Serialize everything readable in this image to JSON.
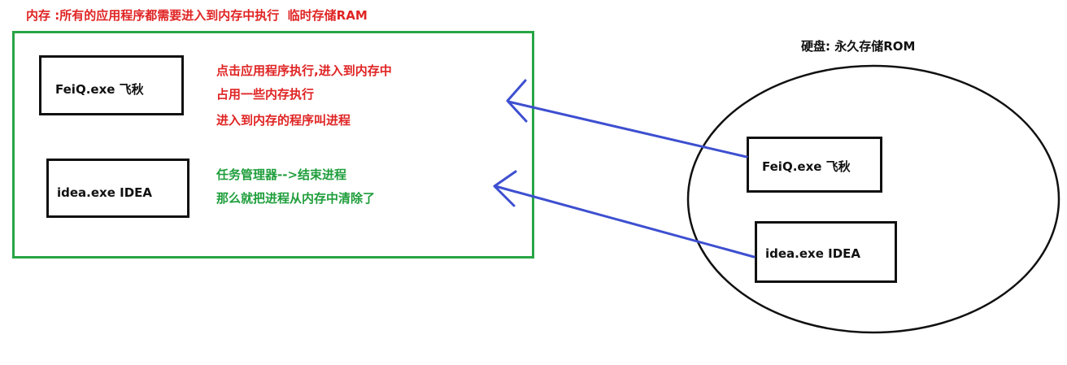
{
  "memory": {
    "title": "内存 :所有的应用程序都需要进入到内存中执行  临时存储RAM",
    "programs": [
      {
        "label": "FeiQ.exe 飞秋"
      },
      {
        "label": "idea.exe IDEA"
      }
    ],
    "notes_enter": [
      "点击应用程序执行,进入到内存中",
      "占用一些内存执行",
      "进入到内存的程序叫进程"
    ],
    "notes_end": [
      "任务管理器-->结束进程",
      "那么就把进程从内存中清除了"
    ]
  },
  "disk": {
    "title": "硬盘: 永久存储ROM",
    "programs": [
      {
        "label": "FeiQ.exe 飞秋"
      },
      {
        "label": "idea.exe IDEA"
      }
    ]
  },
  "colors": {
    "memory_border": "#27a545",
    "note_red": "#e02424",
    "note_green": "#1f9e3c",
    "arrow_blue": "#3d4fd0",
    "outline": "#111111"
  }
}
